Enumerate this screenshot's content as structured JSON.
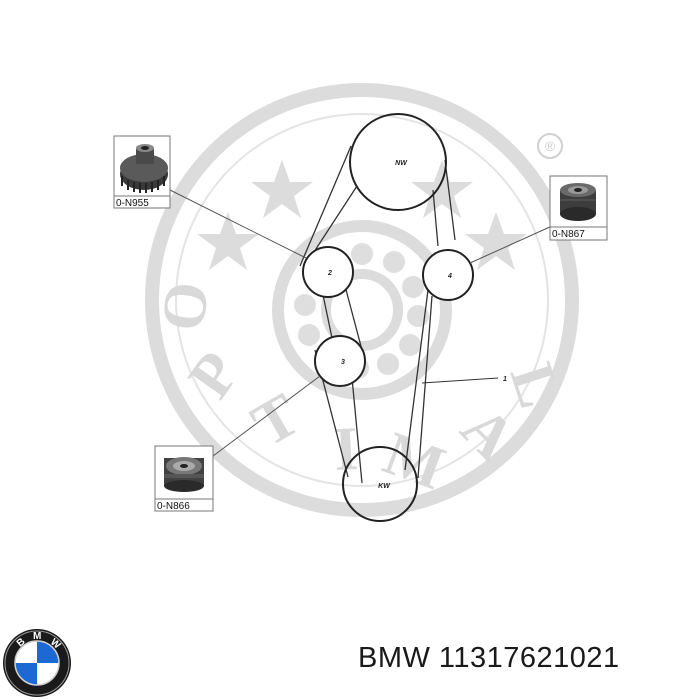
{
  "watermark": {
    "brand": "OPTIMAL",
    "registered_mark": "®",
    "color": "#d9d9d9"
  },
  "diagram": {
    "pulleys": {
      "camshaft": "NW",
      "crankshaft": "KW",
      "idler_2": "2",
      "idler_3": "3",
      "tensioner_4": "4"
    },
    "belt_label": "1"
  },
  "parts": {
    "top_left": "0-N955",
    "top_right": "0-N867",
    "bottom_left": "0-N866"
  },
  "footer": {
    "logo": "bmw-roundel-logo",
    "text": "BMW 11317621021",
    "logo_colors": {
      "outer": "#111111",
      "blue": "#1c69d4",
      "white": "#ffffff"
    }
  }
}
